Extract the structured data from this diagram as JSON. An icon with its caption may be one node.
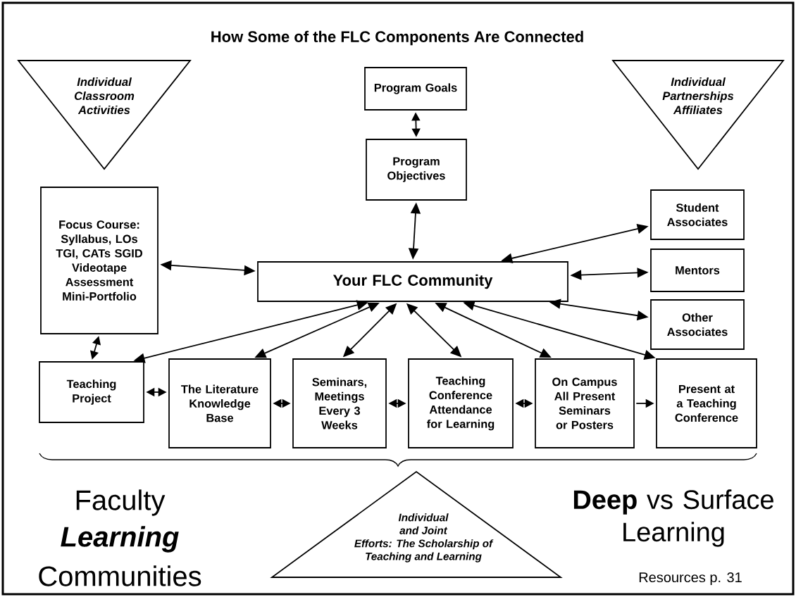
{
  "diagram": {
    "title": "How Some of the FLC Components Are Connected",
    "nodes": [
      {
        "text": [
          "Individual Classroom Activities"
        ]
      },
      {
        "text": [
          "Program Goals"
        ]
      },
      {
        "text": [
          "Program Objectives"
        ]
      },
      {
        "text": [
          "Individual Partnerships Affiliates"
        ]
      },
      {
        "text": [
          "Focus Course: Syllabus, LOs TGI, CATs SGID Videotape Assessment Mini-Portfolio"
        ]
      },
      {
        "text": [
          "Your FLC Community"
        ]
      },
      {
        "text": [
          "Student Associates"
        ]
      },
      {
        "text": [
          "Mentors"
        ]
      },
      {
        "text": [
          "Other Associates"
        ]
      },
      {
        "text": [
          "Teaching Project"
        ]
      },
      {
        "text": [
          "The Literature Knowledge Base"
        ]
      },
      {
        "text": [
          "Seminars, Meetings Every 3 Weeks"
        ]
      },
      {
        "text": [
          "Teaching Conference Attendance for Learning"
        ]
      },
      {
        "text": [
          "On Campus All Present Seminars or Posters"
        ]
      },
      {
        "text": [
          "Present at a Teaching Conference"
        ]
      },
      {
        "text": [
          "Individual and Joint Efforts: The Scholarship of Teaching and Learning"
        ]
      }
    ],
    "edges": [
      {
        "from": 1,
        "to": 2,
        "arrow": "both"
      },
      {
        "from": 2,
        "to": 5,
        "arrow": "both"
      },
      {
        "from": 4,
        "to": 5,
        "arrow": "both"
      },
      {
        "from": 5,
        "to": 6,
        "arrow": "both"
      },
      {
        "from": 5,
        "to": 7,
        "arrow": "both"
      },
      {
        "from": 5,
        "to": 8,
        "arrow": "both"
      },
      {
        "from": 4,
        "to": 9,
        "arrow": "both"
      },
      {
        "from": 5,
        "to": 9,
        "arrow": "both"
      },
      {
        "from": 5,
        "to": 10,
        "arrow": "both"
      },
      {
        "from": 5,
        "to": 11,
        "arrow": "both"
      },
      {
        "from": 5,
        "to": 12,
        "arrow": "both"
      },
      {
        "from": 5,
        "to": 13,
        "arrow": "both"
      },
      {
        "from": 5,
        "to": 14,
        "arrow": "both"
      },
      {
        "from": 9,
        "to": 10,
        "arrow": "both"
      },
      {
        "from": 10,
        "to": 11,
        "arrow": "both"
      },
      {
        "from": 11,
        "to": 12,
        "arrow": "both"
      },
      {
        "from": 12,
        "to": 13,
        "arrow": "both"
      },
      {
        "from": 13,
        "to": 14,
        "arrow": "to"
      }
    ],
    "labels": [
      "Faculty",
      "Learning",
      "Communities",
      "**Deep** vs Surface Learning",
      "Resources p. 31"
    ]
  }
}
